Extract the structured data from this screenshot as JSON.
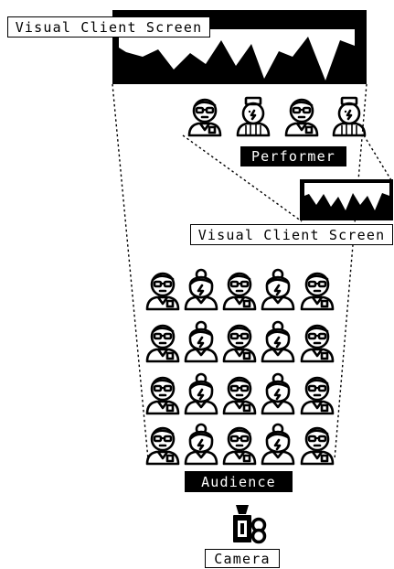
{
  "labels": {
    "main_screen": "Visual Client Screen",
    "side_screen": "Visual Client Screen",
    "performer": "Performer",
    "audience": "Audience",
    "camera": "Camera"
  },
  "icons": {
    "performer_row": [
      "person-with-glasses-icon",
      "person-with-cap-icon",
      "person-with-glasses-icon",
      "person-with-cap-icon"
    ],
    "audience_row": [
      "person-with-glasses-icon",
      "woman-with-bun-icon",
      "person-with-glasses-icon",
      "woman-with-bun-icon",
      "person-with-glasses-icon"
    ],
    "audience_rows": 4,
    "camera": "camera-icon"
  },
  "colors": {
    "ink": "#000000",
    "paper": "#ffffff"
  }
}
